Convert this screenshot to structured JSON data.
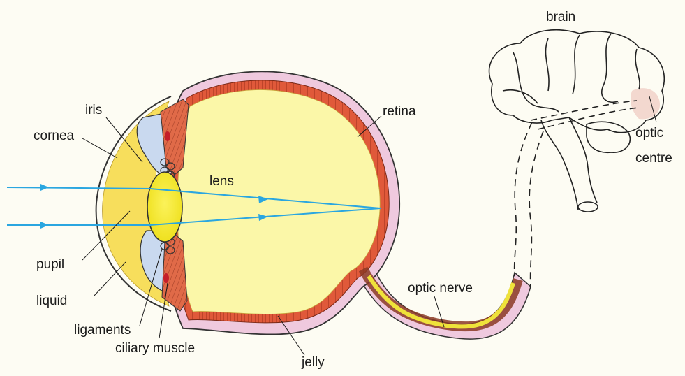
{
  "labels": {
    "brain": "brain",
    "iris": "iris",
    "cornea": "cornea",
    "retina": "retina",
    "lens": "lens",
    "optic_centre_1": "optic",
    "optic_centre_2": "centre",
    "pupil": "pupil",
    "liquid": "liquid",
    "optic_nerve": "optic nerve",
    "ligaments": "ligaments",
    "ciliary_muscle": "ciliary muscle",
    "jelly": "jelly"
  },
  "colors": {
    "background": "#fdfcf3",
    "sclera": "#efc9de",
    "choroid": "#e0593a",
    "vitreous": "#fbf7a8",
    "aqueous": "#f7de5c",
    "lens": "#f5ea2a",
    "iris": "#c9d9ef",
    "light_rays": "#2aa6e0",
    "nerve": "#efe23a",
    "brain_outline": "#222222",
    "optic_centre": "#f3d8cf"
  },
  "icons": {
    "ray_arrows": "arrowhead"
  }
}
